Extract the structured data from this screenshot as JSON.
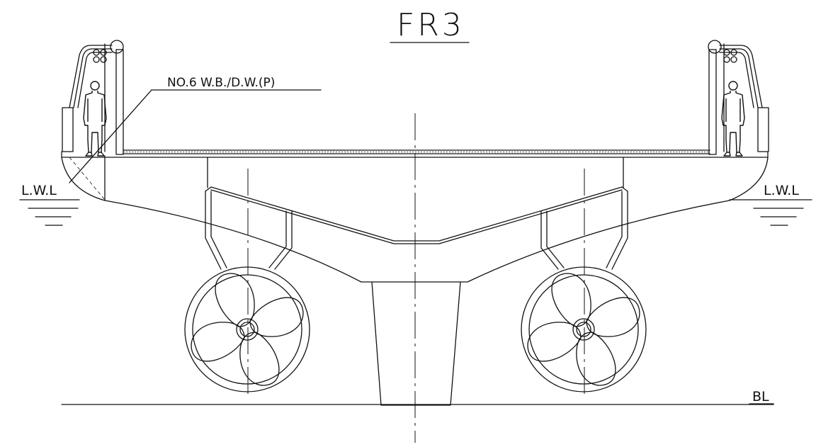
{
  "drawing": {
    "title": "FR3",
    "callout": "NO.6 W.B./D.W.(P)",
    "waterline_left": "L.W.L",
    "waterline_right": "L.W.L",
    "baseline": "BL"
  },
  "colors": {
    "line": "#111111",
    "background": "#ffffff"
  },
  "icons": [
    "person-icon",
    "propeller-icon",
    "handrail-icon",
    "water-level-icon"
  ]
}
